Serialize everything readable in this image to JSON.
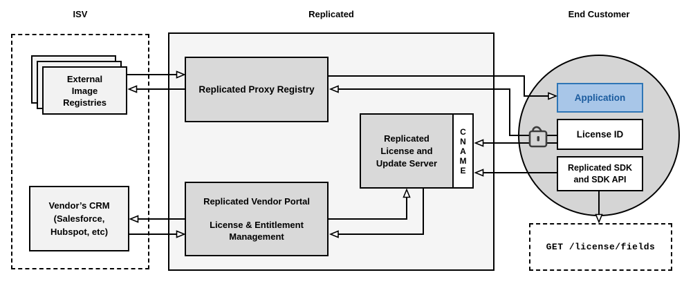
{
  "headers": {
    "isv": "ISV",
    "replicated": "Replicated",
    "end_customer": "End Customer"
  },
  "isv": {
    "registries_label": "External\nImage\nRegistries",
    "crm_label": "Vendor’s CRM\n(Salesforce,\nHubspot, etc)"
  },
  "replicated": {
    "proxy_label": "Replicated Proxy Registry",
    "server_label": "Replicated\nLicense and\nUpdate Server",
    "cname_label": "C\nN\nA\nM\nE",
    "portal_label": "Replicated Vendor Portal\n\nLicense & Entitlement\nManagement"
  },
  "end_customer": {
    "application_label": "Application",
    "license_id_label": "License ID",
    "sdk_label": "Replicated SDK\nand SDK API",
    "get_label": "GET /license/fields"
  },
  "icons": {
    "lock": "unlocked-padlock-icon"
  },
  "colors": {
    "panel_gray": "#f5f5f5",
    "node_gray": "#d9d9d9",
    "sheet_gray": "#f2f2f2",
    "circle_gray": "#d5d5d5",
    "application_fill": "#a8c6e8",
    "application_border": "#2e75b5",
    "application_text": "#1a5b9e",
    "line_black": "#000000",
    "lock_gray": "#3d3d3d"
  },
  "connections": [
    {
      "from": "external-image-registries",
      "to": "replicated-proxy-registry"
    },
    {
      "from": "replicated-proxy-registry",
      "to": "external-image-registries"
    },
    {
      "from": "vendors-crm",
      "to": "replicated-vendor-portal"
    },
    {
      "from": "replicated-vendor-portal",
      "to": "vendors-crm"
    },
    {
      "from": "replicated-proxy-registry",
      "to": "application"
    },
    {
      "from": "license-id",
      "to": "replicated-proxy-registry"
    },
    {
      "from": "license-id",
      "to": "cname"
    },
    {
      "from": "replicated-sdk",
      "to": "cname"
    },
    {
      "from": "replicated-vendor-portal",
      "to": "license-update-server"
    },
    {
      "from": "license-update-server",
      "to": "replicated-vendor-portal"
    },
    {
      "from": "replicated-sdk",
      "to": "get-license-fields"
    }
  ]
}
